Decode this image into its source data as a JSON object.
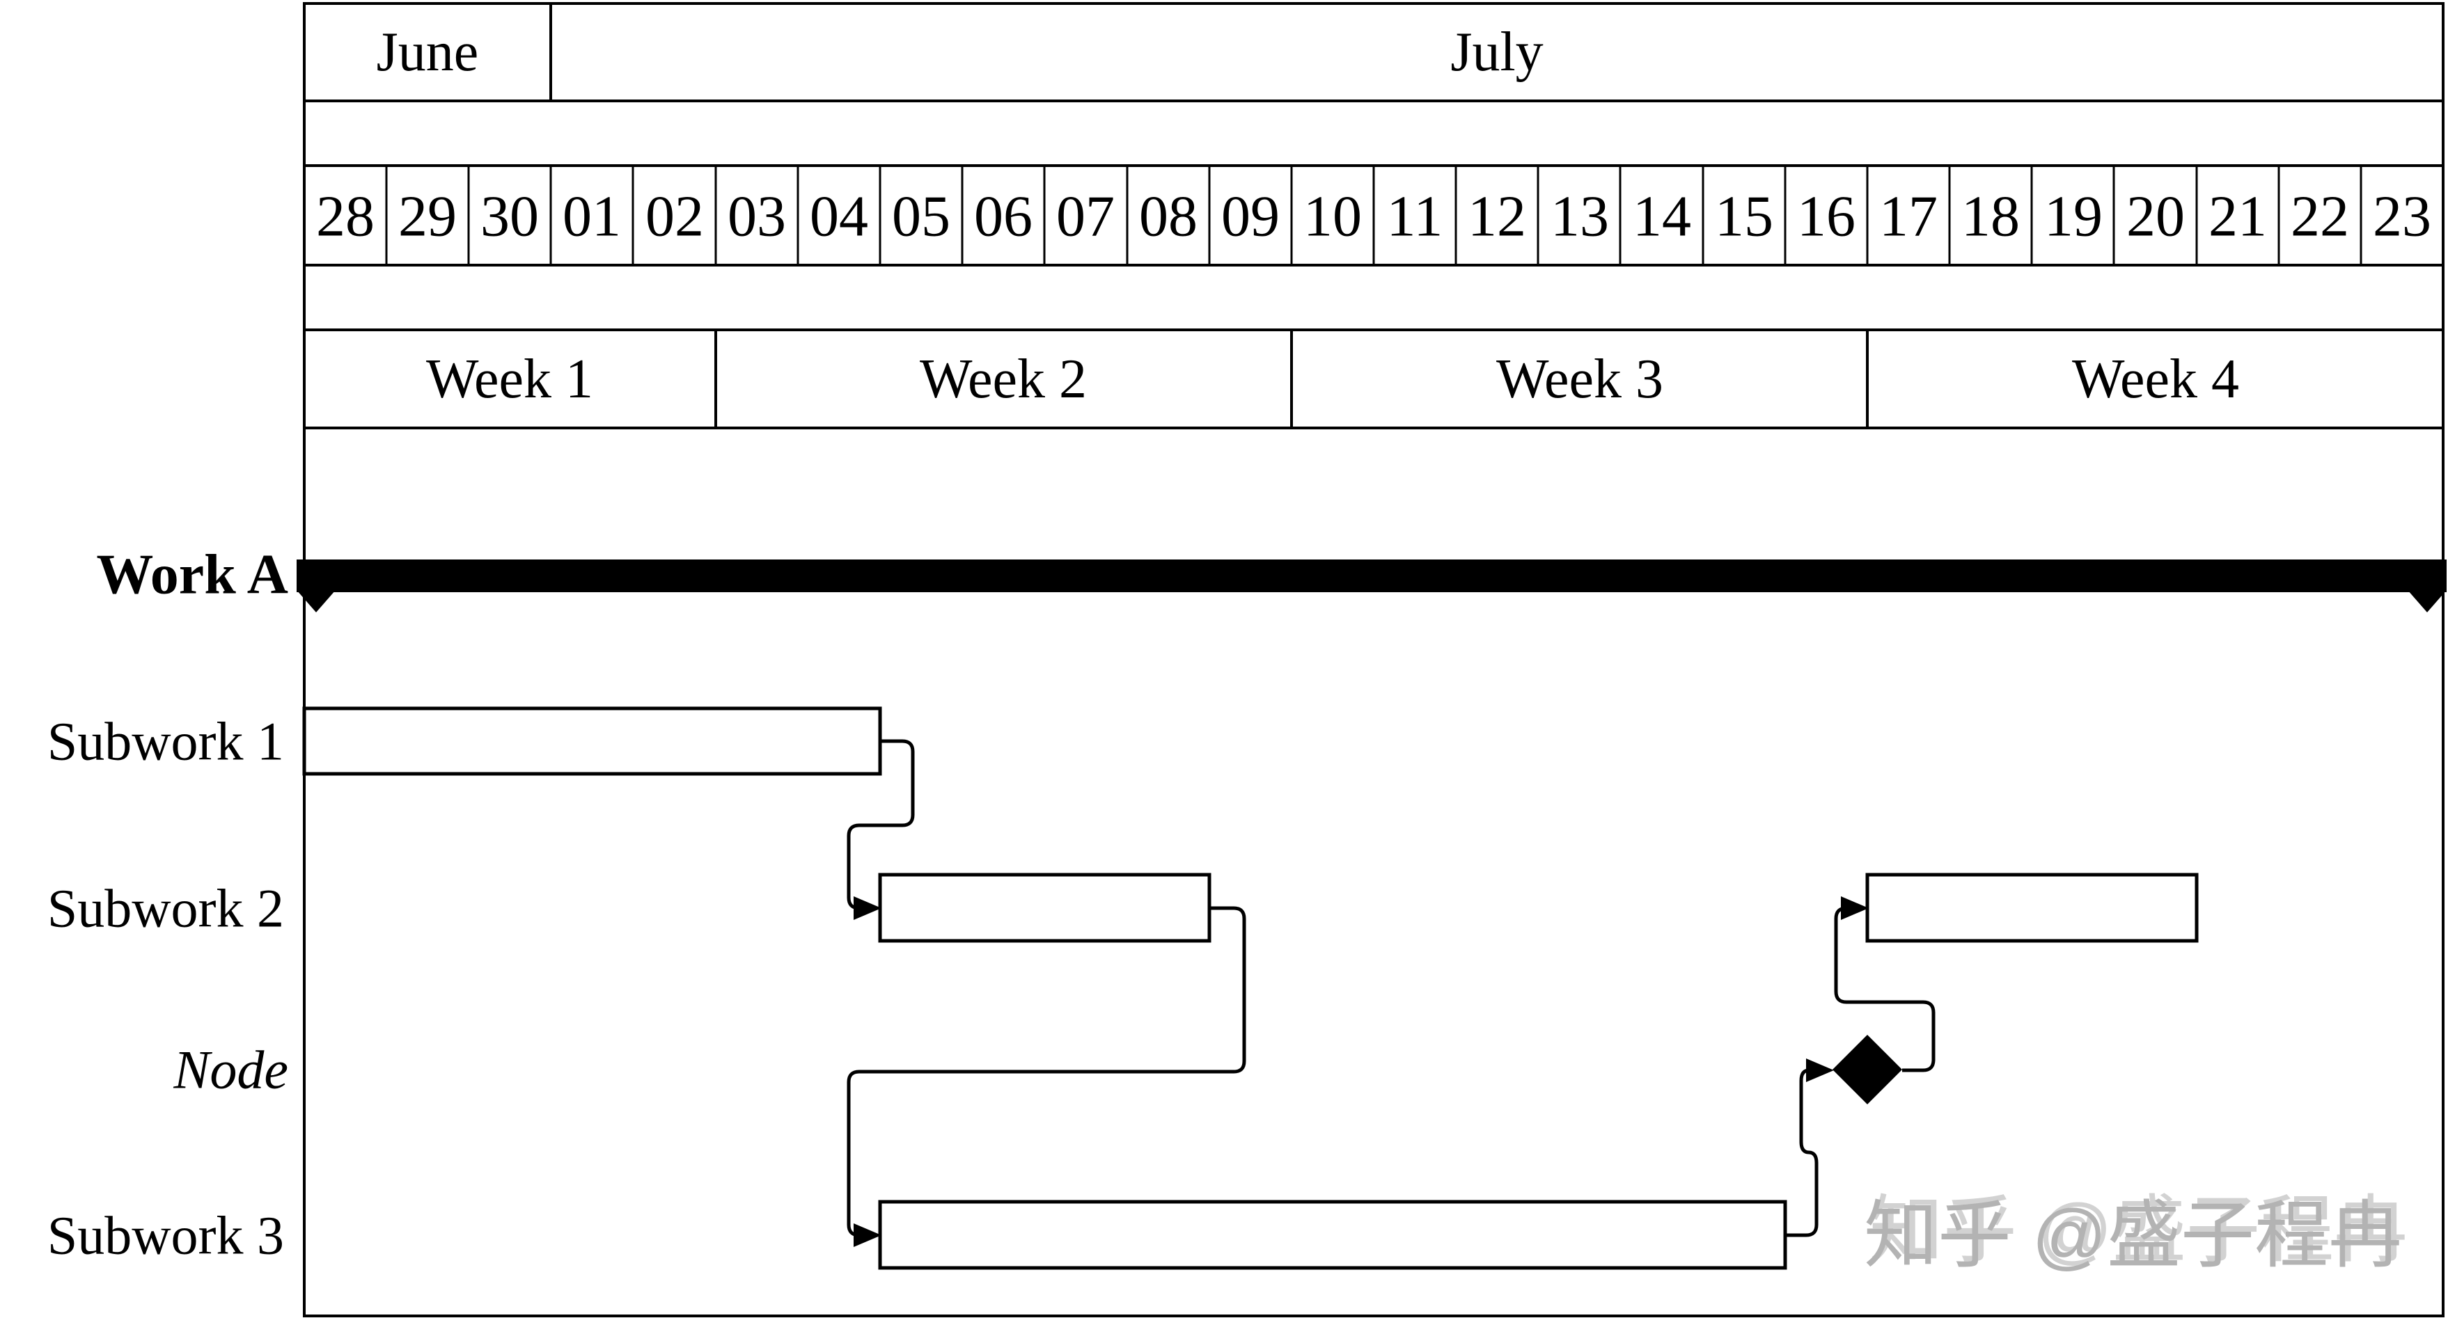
{
  "calendar": {
    "months": {
      "june": "June",
      "july": "July"
    },
    "days": [
      "28",
      "29",
      "30",
      "01",
      "02",
      "03",
      "04",
      "05",
      "06",
      "07",
      "08",
      "09",
      "10",
      "11",
      "12",
      "13",
      "14",
      "15",
      "16",
      "17",
      "18",
      "19",
      "20",
      "21",
      "22",
      "23"
    ],
    "weeks": [
      "Week 1",
      "Week 2",
      "Week 3",
      "Week 4"
    ]
  },
  "rows": {
    "work_a": "Work A",
    "subwork_1": "Subwork 1",
    "subwork_2": "Subwork 2",
    "node": "Node",
    "subwork_3": "Subwork 3"
  },
  "watermark": "知乎 @盛子程冉",
  "colors": {
    "ink": "#000000",
    "background": "#ffffff",
    "watermark_gray": "#b3b3b3"
  },
  "chart_data": {
    "type": "gantt",
    "title": "",
    "timeline": {
      "months": [
        {
          "label": "June",
          "days": [
            "28",
            "29",
            "30"
          ]
        },
        {
          "label": "July",
          "days": [
            "01",
            "02",
            "03",
            "04",
            "05",
            "06",
            "07",
            "08",
            "09",
            "10",
            "11",
            "12",
            "13",
            "14",
            "15",
            "16",
            "17",
            "18",
            "19",
            "20",
            "21",
            "22",
            "23"
          ]
        }
      ],
      "weeks": [
        {
          "label": "Week 1",
          "start_day": "28",
          "end_day": "02"
        },
        {
          "label": "Week 2",
          "start_day": "03",
          "end_day": "09"
        },
        {
          "label": "Week 3",
          "start_day": "10",
          "end_day": "16"
        },
        {
          "label": "Week 4",
          "start_day": "17",
          "end_day": "23"
        }
      ],
      "grid": "table header with per-day cells; week separators below"
    },
    "tasks": [
      {
        "name": "Work A",
        "kind": "group",
        "start": "Jun 28",
        "end": "Jul 23",
        "fill": "black"
      },
      {
        "name": "Subwork 1",
        "kind": "task",
        "start": "Jun 28",
        "end": "Jul 04",
        "fill": "white"
      },
      {
        "name": "Subwork 2",
        "kind": "task",
        "bars": [
          {
            "start": "Jul 05",
            "end": "Jul 08"
          },
          {
            "start": "Jul 17",
            "end": "Jul 20"
          }
        ],
        "fill": "white"
      },
      {
        "name": "Node",
        "kind": "milestone",
        "date": "Jul 17",
        "shape": "black diamond"
      },
      {
        "name": "Subwork 3",
        "kind": "task",
        "start": "Jul 05",
        "end": "Jul 15",
        "fill": "white"
      }
    ],
    "links": [
      {
        "from": "Subwork 1",
        "to": "Subwork 2 (first bar)"
      },
      {
        "from": "Subwork 2 (first bar)",
        "to": "Subwork 3"
      },
      {
        "from": "Subwork 3",
        "to": "Node"
      },
      {
        "from": "Node",
        "to": "Subwork 2 (second bar)"
      }
    ],
    "legend_position": "none",
    "layout": {
      "row_labels_left": true,
      "group_label_bold": true,
      "milestone_label_italic": true
    }
  }
}
